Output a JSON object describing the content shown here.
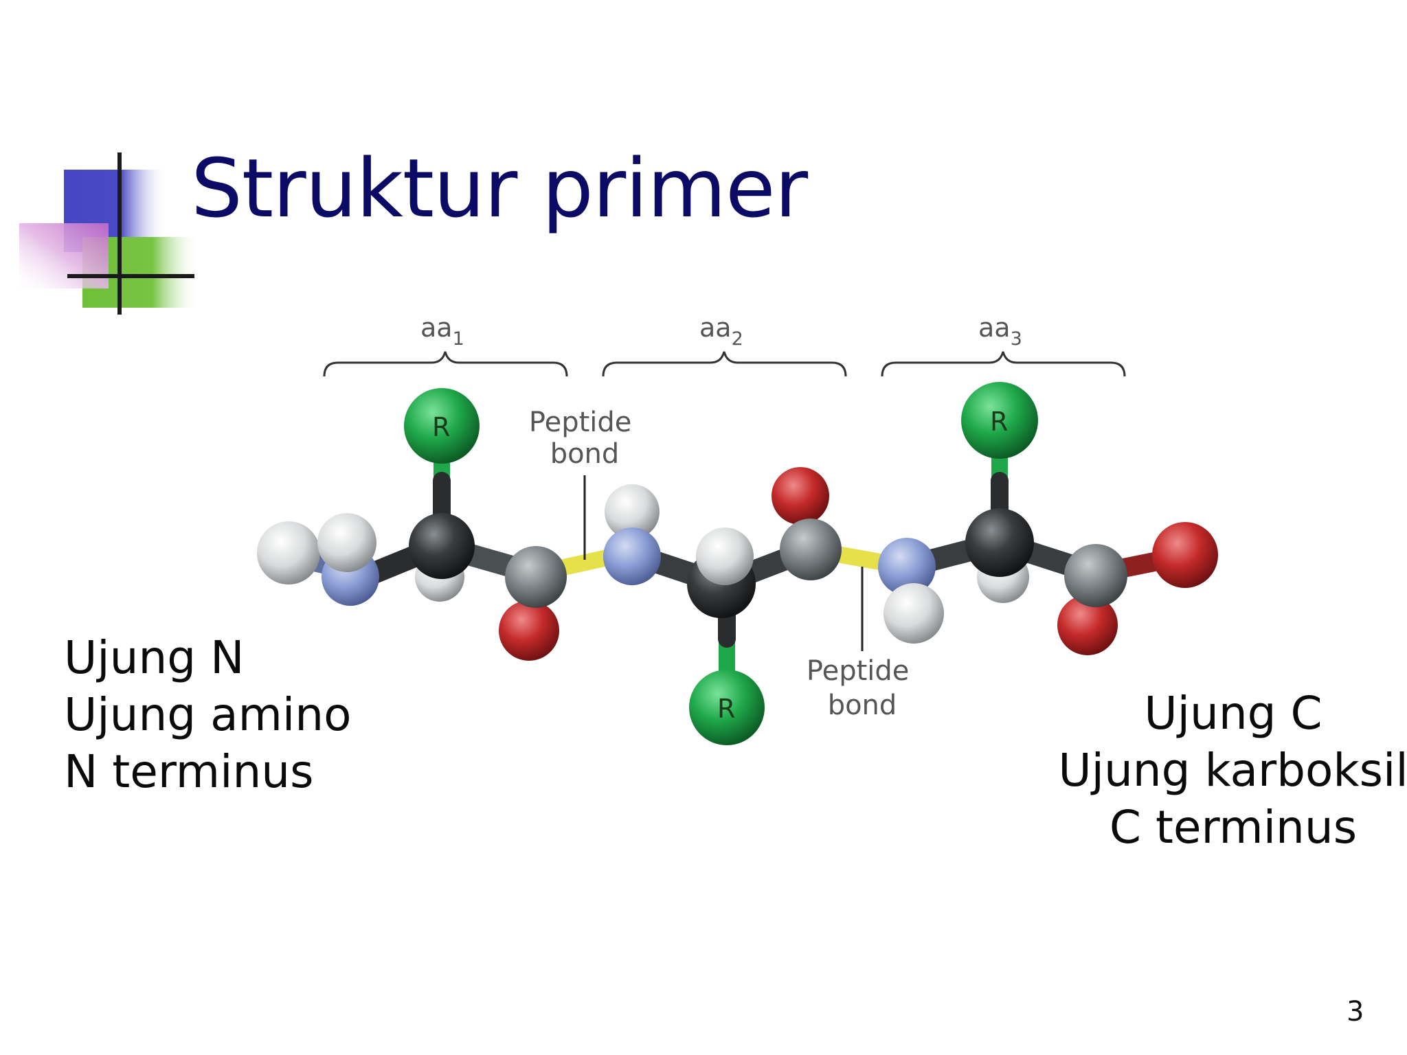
{
  "slide": {
    "title": "Struktur primer",
    "page_number": "3"
  },
  "diagram": {
    "residues": [
      {
        "label_base": "aa",
        "label_sub": "1"
      },
      {
        "label_base": "aa",
        "label_sub": "2"
      },
      {
        "label_base": "aa",
        "label_sub": "3"
      }
    ],
    "peptide_bond_top": [
      "Peptide",
      "bond"
    ],
    "peptide_bond_bottom": [
      "Peptide",
      "bond"
    ],
    "side_chain_label": "R",
    "colors": {
      "side_chain": "#1fa84a",
      "carbon": "#3a3d3f",
      "nitrogen": "#8c9fd6",
      "oxygen": "#c42a2a",
      "hydrogen": "#d8dadb",
      "peptide_bond": "#e6e04a",
      "title": "#0b0b66"
    }
  },
  "n_terminus": {
    "lines": [
      "Ujung N",
      "Ujung amino",
      "N terminus"
    ]
  },
  "c_terminus": {
    "lines": [
      "Ujung C",
      "Ujung karboksil",
      "C terminus"
    ]
  }
}
